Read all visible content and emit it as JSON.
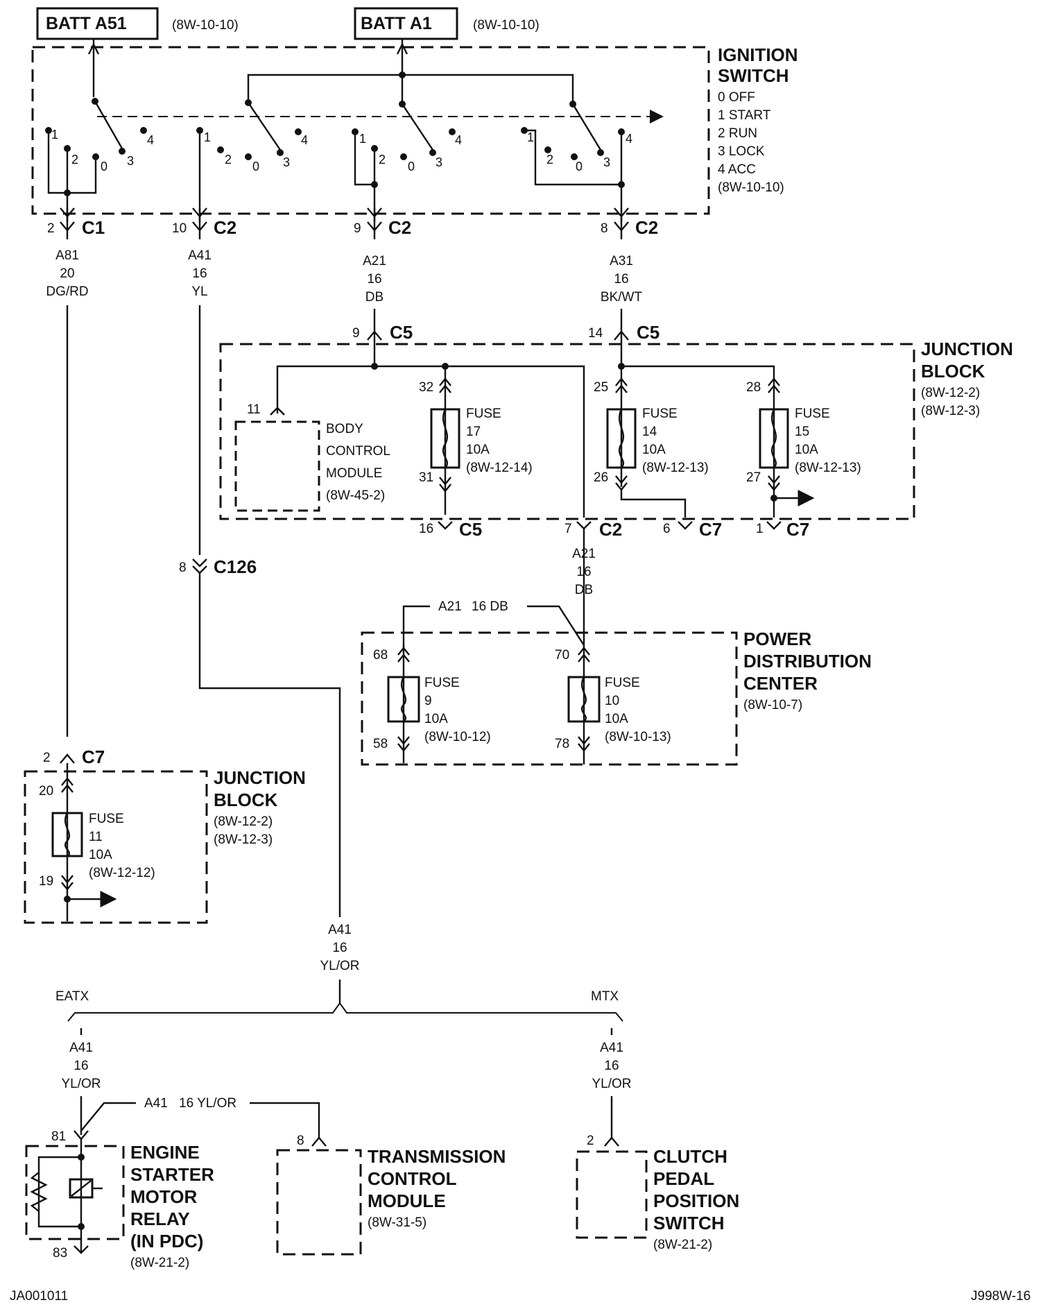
{
  "batteries": [
    {
      "label": "BATT A51",
      "ref": "(8W-10-10)"
    },
    {
      "label": "BATT A1",
      "ref": "(8W-10-10)"
    }
  ],
  "ignition_switch": {
    "title": [
      "IGNITION",
      "SWITCH"
    ],
    "positions": [
      "0 OFF",
      "1 START",
      "2 RUN",
      "3 LOCK",
      "4 ACC"
    ],
    "ref": "(8W-10-10)",
    "contact_numbers": [
      "1",
      "2",
      "0",
      "3",
      "4"
    ]
  },
  "connectors_top": [
    {
      "pin": "2",
      "name": "C1"
    },
    {
      "pin": "10",
      "name": "C2"
    },
    {
      "pin": "9",
      "name": "C2"
    },
    {
      "pin": "8",
      "name": "C2"
    }
  ],
  "wires_top": [
    {
      "circuit": "A81",
      "gauge": "20",
      "color": "DG/RD"
    },
    {
      "circuit": "A41",
      "gauge": "16",
      "color": "YL"
    },
    {
      "circuit": "A21",
      "gauge": "16",
      "color": "DB"
    },
    {
      "circuit": "A31",
      "gauge": "16",
      "color": "BK/WT"
    }
  ],
  "junction_block_top": {
    "title": [
      "JUNCTION",
      "BLOCK"
    ],
    "refs": [
      "(8W-12-2)",
      "(8W-12-3)"
    ],
    "inputs": [
      {
        "pin": "9",
        "name": "C5"
      },
      {
        "pin": "14",
        "name": "C5"
      }
    ],
    "bcm": {
      "pin": "11",
      "lines": [
        "BODY",
        "CONTROL",
        "MODULE",
        "(8W-45-2)"
      ]
    },
    "fuses": [
      {
        "in_pin": "32",
        "out_pin": "31",
        "label": "FUSE",
        "number": "17",
        "rating": "10A",
        "ref": "(8W-12-14)"
      },
      {
        "in_pin": "25",
        "out_pin": "26",
        "label": "FUSE",
        "number": "14",
        "rating": "10A",
        "ref": "(8W-12-13)"
      },
      {
        "in_pin": "28",
        "out_pin": "27",
        "label": "FUSE",
        "number": "15",
        "rating": "10A",
        "ref": "(8W-12-13)"
      }
    ],
    "outputs": [
      {
        "pin": "16",
        "name": "C5"
      },
      {
        "pin": "7",
        "name": "C2"
      },
      {
        "pin": "6",
        "name": "C7"
      },
      {
        "pin": "1",
        "name": "C7"
      }
    ]
  },
  "wire_a21_lower": {
    "circuit": "A21",
    "gauge": "16",
    "color": "DB"
  },
  "wire_a21_label": [
    "A21",
    "16 DB"
  ],
  "connector_c126": {
    "pin": "8",
    "name": "C126"
  },
  "pdc": {
    "title": [
      "POWER",
      "DISTRIBUTION",
      "CENTER"
    ],
    "ref": "(8W-10-7)",
    "fuses": [
      {
        "in_pin": "68",
        "out_pin": "58",
        "label": "FUSE",
        "number": "9",
        "rating": "10A",
        "ref": "(8W-10-12)"
      },
      {
        "in_pin": "70",
        "out_pin": "78",
        "label": "FUSE",
        "number": "10",
        "rating": "10A",
        "ref": "(8W-10-13)"
      }
    ]
  },
  "junction_block_left": {
    "title": [
      "JUNCTION",
      "BLOCK"
    ],
    "refs": [
      "(8W-12-2)",
      "(8W-12-3)"
    ],
    "connector": {
      "pin": "2",
      "name": "C7"
    },
    "fuse": {
      "in_pin": "20",
      "out_pin": "19",
      "label": "FUSE",
      "number": "11",
      "rating": "10A",
      "ref": "(8W-12-12)"
    }
  },
  "wire_a41_mid": {
    "circuit": "A41",
    "gauge": "16",
    "color": "YL/OR"
  },
  "splits": [
    "EATX",
    "MTX"
  ],
  "wire_a41_eatx": {
    "circuit": "A41",
    "gauge": "16",
    "color": "YL/OR"
  },
  "wire_a41_mtx": {
    "circuit": "A41",
    "gauge": "16",
    "color": "YL/OR"
  },
  "wire_a41_tcm_label": [
    "A41",
    "16 YL/OR"
  ],
  "starter_relay": {
    "pin_in": "81",
    "pin_out": "83",
    "lines": [
      "ENGINE",
      "STARTER",
      "MOTOR",
      "RELAY",
      "(IN PDC)"
    ],
    "ref": "(8W-21-2)"
  },
  "tcm": {
    "pin": "8",
    "lines": [
      "TRANSMISSION",
      "CONTROL",
      "MODULE"
    ],
    "ref": "(8W-31-5)"
  },
  "clutch_switch": {
    "pin": "2",
    "lines": [
      "CLUTCH",
      "PEDAL",
      "POSITION",
      "SWITCH"
    ],
    "ref": "(8W-21-2)"
  },
  "footer": {
    "left": "JA001011",
    "right": "J998W-16"
  }
}
